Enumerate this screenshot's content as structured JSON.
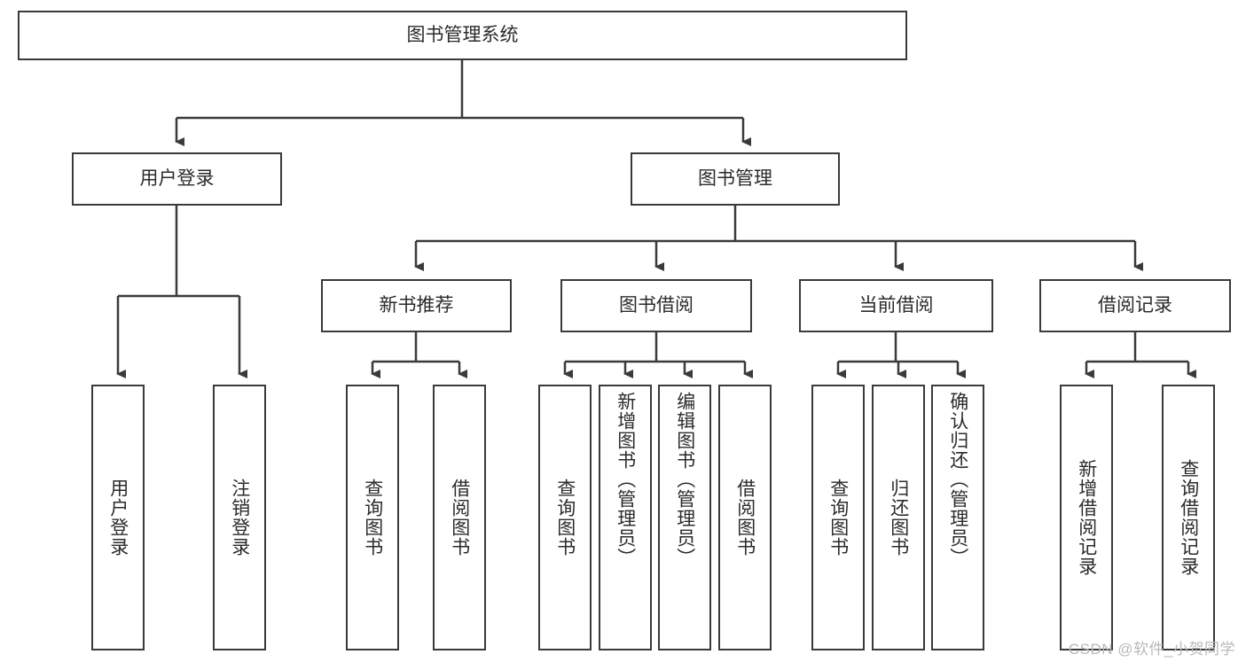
{
  "diagram": {
    "title": "图书管理系统",
    "type": "tree-hierarchy",
    "root": {
      "label": "图书管理系统"
    },
    "level2": [
      {
        "label": "用户登录"
      },
      {
        "label": "图书管理"
      }
    ],
    "level3": [
      {
        "label": "新书推荐"
      },
      {
        "label": "图书借阅"
      },
      {
        "label": "当前借阅"
      },
      {
        "label": "借阅记录"
      }
    ],
    "leaves": {
      "user_login": [
        {
          "label": "用户登录"
        },
        {
          "label": "注销登录"
        }
      ],
      "new_book_recommend": [
        {
          "label": "查询图书"
        },
        {
          "label": "借阅图书"
        }
      ],
      "book_borrow": [
        {
          "label": "查询图书"
        },
        {
          "label": "新增图书（管理员）"
        },
        {
          "label": "编辑图书（管理员）"
        },
        {
          "label": "借阅图书"
        }
      ],
      "current_borrow": [
        {
          "label": "查询图书"
        },
        {
          "label": "归还图书"
        },
        {
          "label": "确认归还（管理员）"
        }
      ],
      "borrow_record": [
        {
          "label": "新增借阅记录"
        },
        {
          "label": "查询借阅记录"
        }
      ]
    }
  },
  "watermark": {
    "text": "CSDN @软件_小贺同学"
  },
  "colors": {
    "stroke": "#3a3a3a",
    "text": "#2b2b2b",
    "background": "#ffffff",
    "watermark": "#b9b9b9"
  }
}
